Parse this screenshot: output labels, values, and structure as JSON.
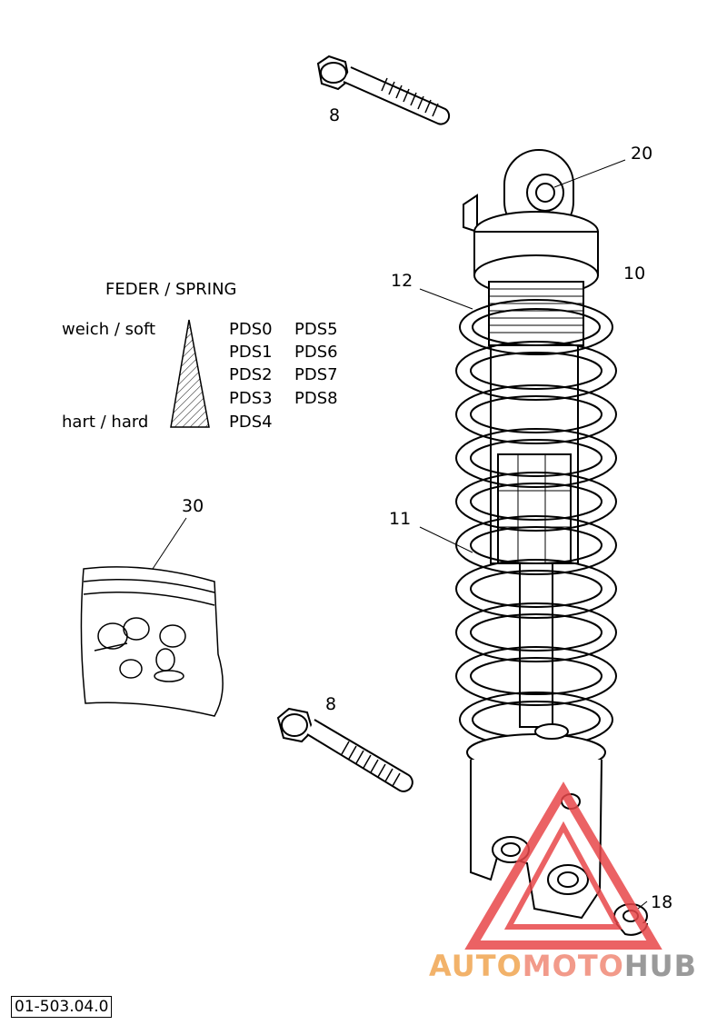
{
  "part_labels": {
    "bolt_top": "8",
    "bolt_bottom": "8",
    "bearing": "20",
    "shock_absorber": "10",
    "adjuster_nut": "12",
    "spring": "11",
    "repair_kit": "30",
    "bushing": "18"
  },
  "spring_table": {
    "title": "FEDER / SPRING",
    "soft_label": "weich / soft",
    "hard_label": "hart / hard",
    "col1": [
      "PDS0",
      "PDS1",
      "PDS2",
      "PDS3",
      "PDS4"
    ],
    "col2": [
      "PDS5",
      "PDS6",
      "PDS7",
      "PDS8"
    ]
  },
  "doc_number": "01-503.04.0",
  "watermark": {
    "part1": "AUTO",
    "part2": "MOTO",
    "part3": "HUB"
  },
  "colors": {
    "line": "#000000",
    "watermark_red": "#e8474a",
    "watermark_orange": "#f2b26a",
    "watermark_gray": "#9a9a9a"
  }
}
